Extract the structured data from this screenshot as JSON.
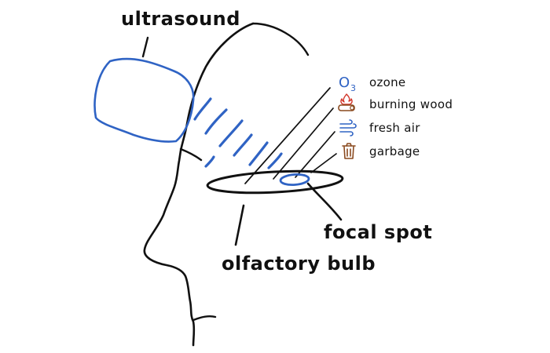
{
  "labels": {
    "ultrasound": "ultrasound",
    "focal_spot": "focal spot",
    "olfactory_bulb": "olfactory bulb"
  },
  "odors": [
    {
      "icon": "ozone-icon",
      "label": "ozone",
      "icon_text": "O",
      "icon_sub": "3"
    },
    {
      "icon": "burning-wood-icon",
      "label": "burning wood"
    },
    {
      "icon": "fresh-air-icon",
      "label": "fresh air"
    },
    {
      "icon": "garbage-icon",
      "label": "garbage"
    }
  ],
  "colors": {
    "ink": "#111111",
    "accent_blue": "#2f63c4",
    "wood_brown": "#8a4a1f",
    "fire_red": "#d2372b"
  }
}
